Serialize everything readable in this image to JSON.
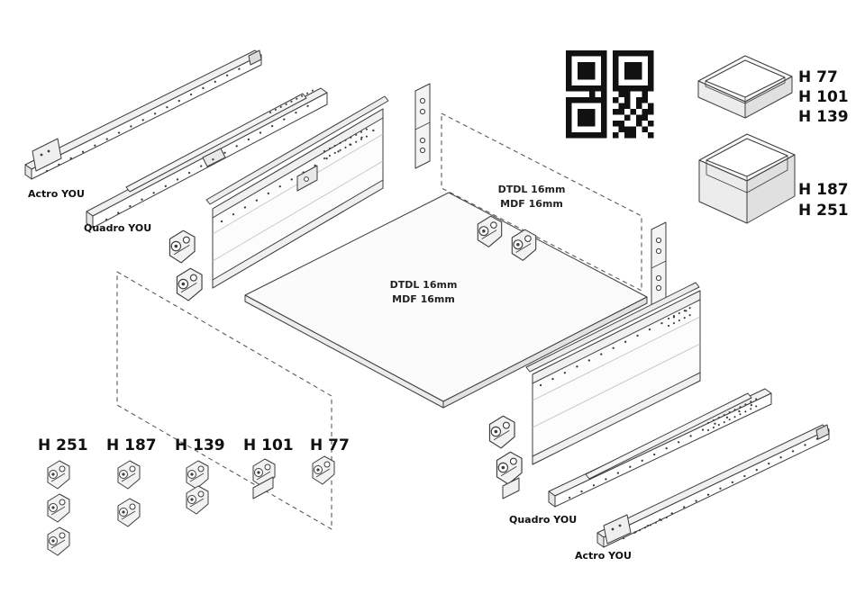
{
  "labels": {
    "rails": {
      "top_left_outer": "Actro YOU",
      "top_left_inner": "Quadro YOU",
      "bottom_right_inner": "Quadro YOU",
      "bottom_right_outer": "Actro YOU"
    },
    "bottom_panel": {
      "line1": "DTDL 16mm",
      "line2": "MDF 16mm"
    },
    "back_panel": {
      "line1": "DTDL 16mm",
      "line2": "MDF 16mm"
    },
    "front_bracket_heights": [
      "H 251",
      "H 187",
      "H 139",
      "H 101",
      "H 77"
    ],
    "drawer_heights_low": [
      "H 77",
      "H 101",
      "H 139"
    ],
    "drawer_heights_high": [
      "H 187",
      "H 251"
    ]
  },
  "colors": {
    "line": "#3d3d3d",
    "qr": "#111111",
    "dash": "#555555"
  },
  "qr": {
    "rows": [
      "111111101111111",
      "100000101000001",
      "101110101011101",
      "101110101011101",
      "101110101011101",
      "100000101000001",
      "111111101111111",
      "000010100110010",
      "111111101010110",
      "100000100110101",
      "101110101101011",
      "101110100010110",
      "101110101100101",
      "100000100111010",
      "111111101011001"
    ]
  }
}
